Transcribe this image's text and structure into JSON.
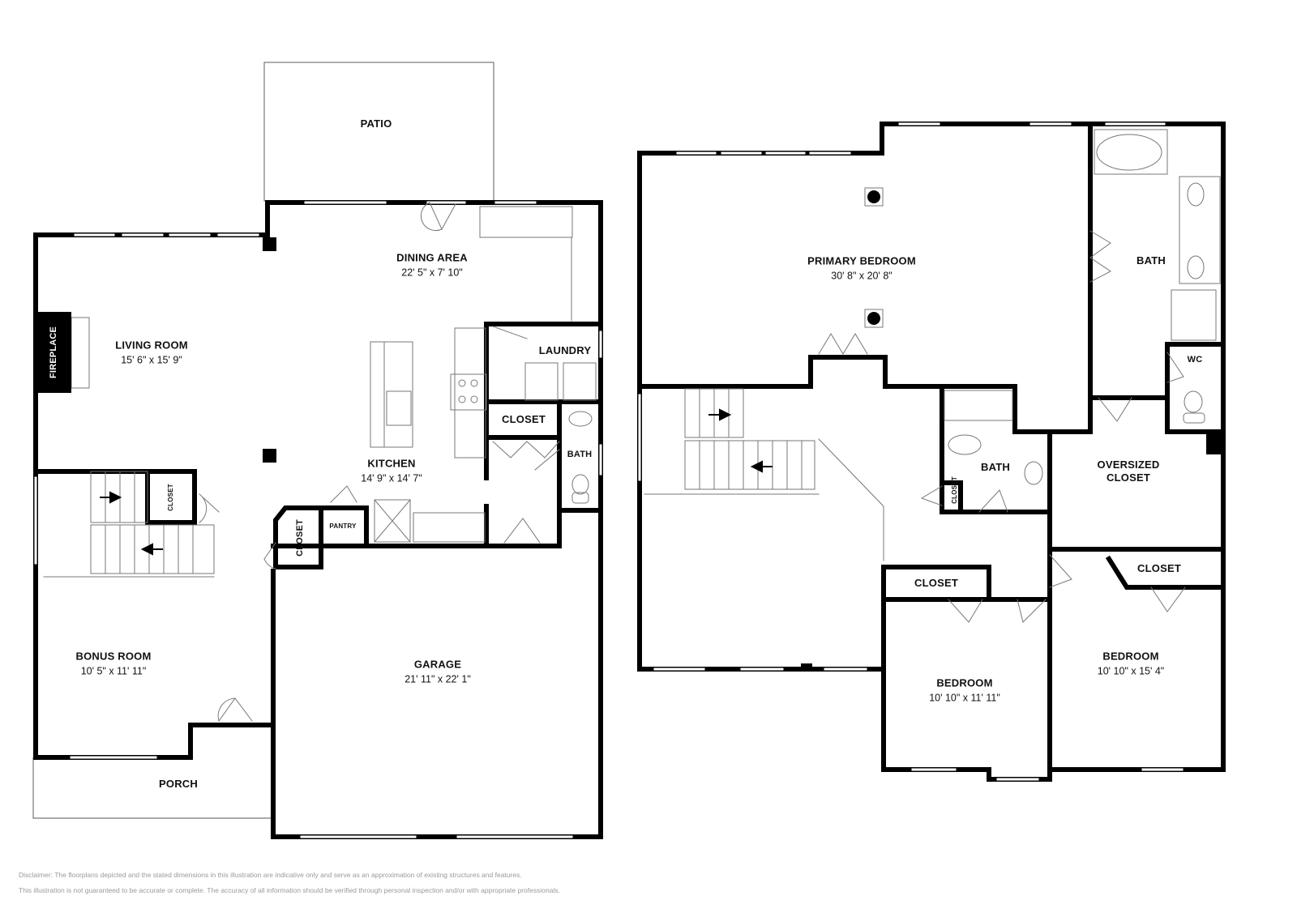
{
  "floorplan": {
    "first_floor": {
      "rooms": [
        {
          "id": "patio",
          "name": "PATIO",
          "dims": ""
        },
        {
          "id": "dining",
          "name": "DINING AREA",
          "dims": "22' 5\" x 7' 10\""
        },
        {
          "id": "living",
          "name": "LIVING ROOM",
          "dims": "15' 6\" x 15' 9\""
        },
        {
          "id": "fireplace",
          "name": "FIREPLACE",
          "dims": ""
        },
        {
          "id": "laundry",
          "name": "LAUNDRY",
          "dims": ""
        },
        {
          "id": "closet_kitchen",
          "name": "CLOSET",
          "dims": ""
        },
        {
          "id": "bath_half",
          "name": "BATH",
          "dims": ""
        },
        {
          "id": "kitchen",
          "name": "KITCHEN",
          "dims": "14' 9\" x 14' 7\""
        },
        {
          "id": "closet_stair",
          "name": "CLOSET",
          "dims": ""
        },
        {
          "id": "closet_entry",
          "name": "CLOSET",
          "dims": ""
        },
        {
          "id": "pantry",
          "name": "PANTRY",
          "dims": ""
        },
        {
          "id": "bonus",
          "name": "BONUS ROOM",
          "dims": "10' 5\" x 11' 11\""
        },
        {
          "id": "garage",
          "name": "GARAGE",
          "dims": "21' 11\" x 22' 1\""
        },
        {
          "id": "porch",
          "name": "PORCH",
          "dims": ""
        }
      ]
    },
    "second_floor": {
      "rooms": [
        {
          "id": "primary",
          "name": "PRIMARY BEDROOM",
          "dims": "30' 8\" x 20' 8\""
        },
        {
          "id": "primary_bath",
          "name": "BATH",
          "dims": ""
        },
        {
          "id": "wc",
          "name": "WC",
          "dims": ""
        },
        {
          "id": "bath2",
          "name": "BATH",
          "dims": ""
        },
        {
          "id": "closet_hall",
          "name": "CLOSET",
          "dims": ""
        },
        {
          "id": "oversized",
          "name": "OVERSIZED CLOSET",
          "dims": ""
        },
        {
          "id": "closet_bed1",
          "name": "CLOSET",
          "dims": ""
        },
        {
          "id": "closet_bed2",
          "name": "CLOSET",
          "dims": ""
        },
        {
          "id": "bedroom1",
          "name": "BEDROOM",
          "dims": "10' 10\" x 11' 11\""
        },
        {
          "id": "bedroom2",
          "name": "BEDROOM",
          "dims": "10' 10\" x 15' 4\""
        }
      ]
    }
  },
  "disclaimer": {
    "line1": "Disclaimer: The floorplans depicted and the stated dimensions in this illustration are indicative only and serve as an approximation of existing structures and features.",
    "line2": "This illustration is not guaranteed to be accurate or complete. The accuracy of all information should be verified through personal inspection and/or with appropriate professionals."
  },
  "colors": {
    "wall": "#000000",
    "fixture": "#666666",
    "background": "#ffffff",
    "disclaimer": "#9a9a9a"
  }
}
